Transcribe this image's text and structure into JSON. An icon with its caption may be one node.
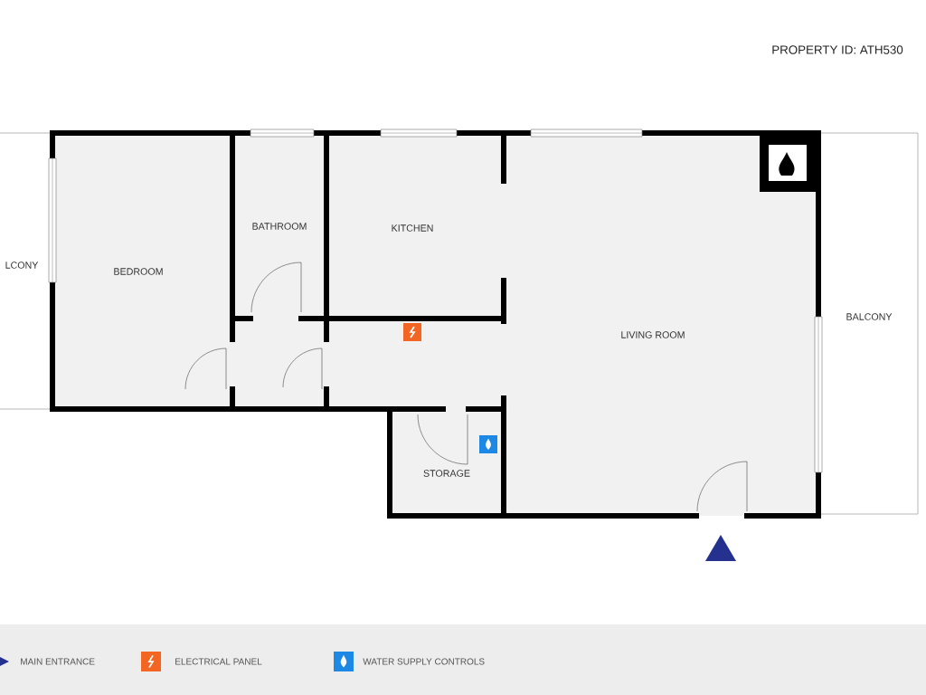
{
  "diagram": {
    "nodes": [
      {
        "text": [
          "LCONY"
        ]
      },
      {
        "text": [
          "BEDROOM"
        ]
      },
      {
        "text": [
          "BATHROOM"
        ]
      },
      {
        "text": [
          "KITCHEN"
        ]
      },
      {
        "text": [
          "STORAGE"
        ]
      },
      {
        "text": [
          "LIVING ROOM"
        ]
      },
      {
        "text": [
          "BALCONY"
        ]
      }
    ],
    "labels": [
      "PROPERTY ID: ATH530"
    ],
    "legend": [
      {
        "text": "MAIN ENTRANCE"
      },
      {
        "text": "ELECTRICAL PANEL"
      },
      {
        "text": "WATER SUPPLY CONTROLS"
      }
    ]
  }
}
